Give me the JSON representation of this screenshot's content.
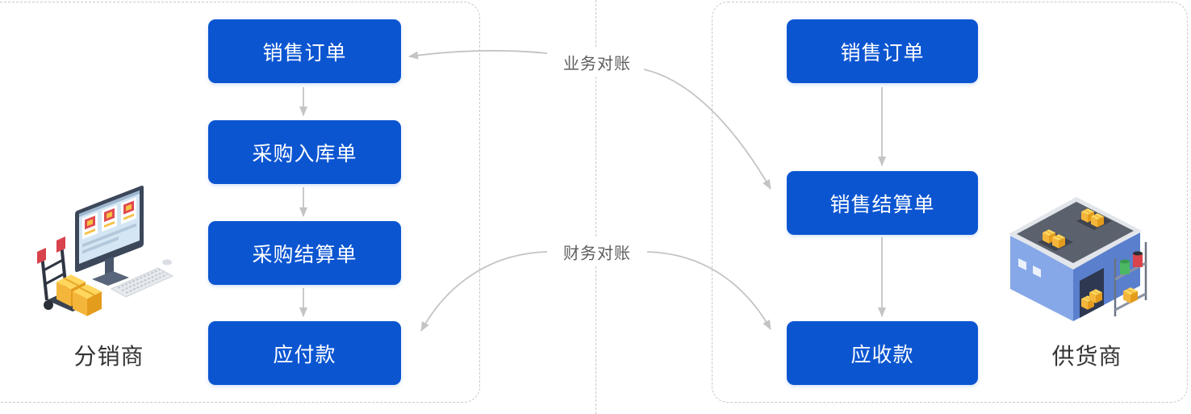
{
  "colors": {
    "step_box": "#0b55d1",
    "step_text": "#ffffff",
    "arrow": "#c4c4c4",
    "dashed_border": "#c9c9c9",
    "reconciliation_label": "#5f5f5f",
    "party_label": "#333333"
  },
  "distributor": {
    "label": "分销商",
    "illustration_icon": "computer-hand-truck-illustration",
    "steps": [
      "销售订单",
      "采购入库单",
      "采购结算单",
      "应付款"
    ]
  },
  "supplier": {
    "label": "供货商",
    "illustration_icon": "warehouse-illustration",
    "steps": [
      "销售订单",
      "销售结算单",
      "应收款"
    ]
  },
  "reconciliation": {
    "business": "业务对账",
    "finance": "财务对账"
  }
}
